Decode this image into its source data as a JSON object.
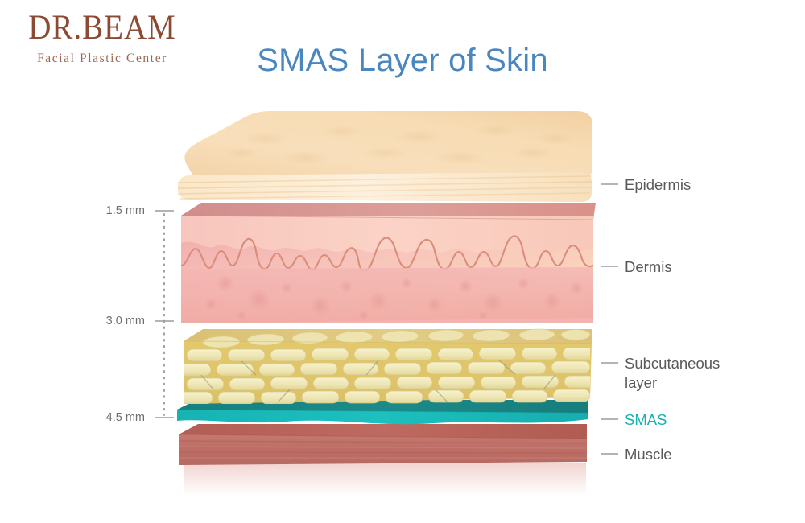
{
  "logo": {
    "wordmark": "DR.BEAM",
    "tagline": "Facial Plastic Center",
    "wordmark_color": "#8c4a32",
    "tagline_color": "#9a6552"
  },
  "title": {
    "text": "SMAS Layer of Skin",
    "color": "#4a86c0"
  },
  "depth_scale": {
    "unit": "mm",
    "ticks": [
      {
        "label": "1.5 mm",
        "value": 1.5
      },
      {
        "label": "3.0 mm",
        "value": 3.0
      },
      {
        "label": "4.5 mm",
        "value": 4.5
      }
    ]
  },
  "layers": [
    {
      "id": "epidermis",
      "label": "Epidermis",
      "label_color": "#58595b",
      "top_color": "#f6dcb6",
      "front_color": "#fbe8c9",
      "edge_color": "#efcfa3"
    },
    {
      "id": "dermis",
      "label": "Dermis",
      "label_color": "#58595b",
      "top_color": "#d69291",
      "front_color": "#f1adac",
      "edge_color": "#f6c3bd"
    },
    {
      "id": "subcutaneous",
      "label": "Subcutaneous layer",
      "label_color": "#58595b",
      "top_color": "#ddc678",
      "front_color": "#e3c96e",
      "edge_color": "#f0ecc0"
    },
    {
      "id": "smas",
      "label": "SMAS",
      "label_color": "#17b0b0",
      "top_color": "#1a7f7f",
      "front_color": "#17b1b1",
      "edge_color": "#16a0a0"
    },
    {
      "id": "muscle",
      "label": "Muscle",
      "label_color": "#58595b",
      "top_color": "#b85f55",
      "front_color": "#c0736b",
      "edge_color": "#cf8a80"
    }
  ],
  "background_color": "#ffffff"
}
